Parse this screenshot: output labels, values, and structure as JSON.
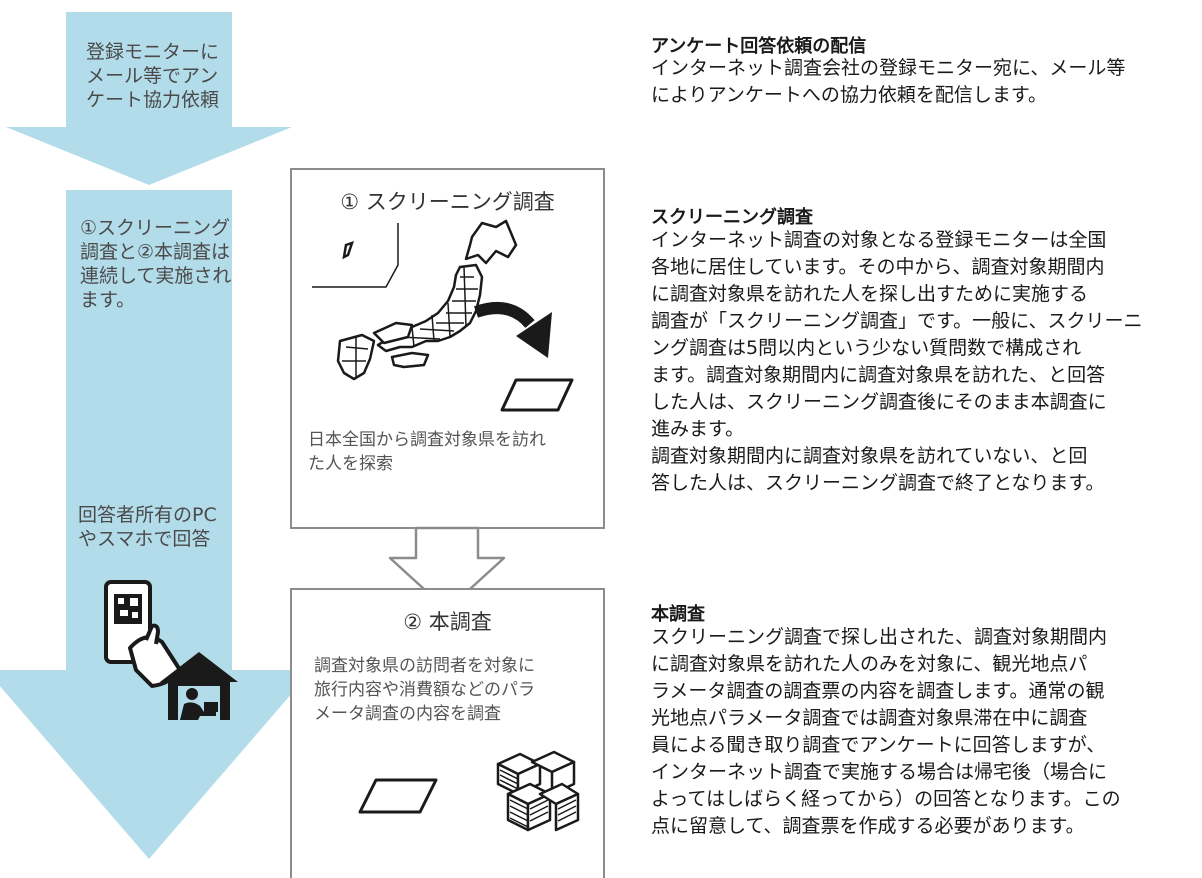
{
  "left_flow": {
    "top_arrow_text": "登録モニターに\nメール等でアン\nケート協力依頼",
    "middle_note": "①スクリーニング\n調査と②本調査は\n連続して実施され\nます。",
    "device_note": "回答者所有のPC\nやスマホで回答"
  },
  "boxes": {
    "screening": {
      "title": "① スクリーニング調査",
      "desc": "日本全国から調査対象県を訪れ\nた人を探索"
    },
    "main": {
      "title": "② 本調査",
      "desc": "調査対象県の訪問者を対象に\n旅行内容や消費額などのパラ\nメータ調査の内容を調査"
    }
  },
  "sections": [
    {
      "title": "アンケート回答依頼の配信",
      "body": "インターネット調査会社の登録モニター宛に、メール等\nによりアンケートへの協力依頼を配信します。"
    },
    {
      "title": "スクリーニング調査",
      "body": "インターネット調査の対象となる登録モニターは全国\n各地に居住しています。その中から、調査対象期間内\nに調査対象県を訪れた人を探し出すために実施する\n調査が「スクリーニング調査」です。一般に、スクリーニ\nング調査は5問以内という少ない質問数で構成され\nます。調査対象期間内に調査対象県を訪れた、と回答\nした人は、スクリーニング調査後にそのまま本調査に\n進みます。\n調査対象期間内に調査対象県を訪れていない、と回\n答した人は、スクリーニング調査で終了となります。"
    },
    {
      "title": "本調査",
      "body": "スクリーニング調査で探し出された、調査対象期間内\nに調査対象県を訪れた人のみを対象に、観光地点パ\nラメータ調査の調査票の内容を調査します。通常の観\n光地点パラメータ調査では調査対象県滞在中に調査\n員による聞き取り調査でアンケートに回答しますが、\nインターネット調査で実施する場合は帰宅後（場合に\nよってはしばらく経ってから）の回答となります。この\n点に留意して、調査票を作成する必要があります。"
    }
  ],
  "colors": {
    "arrow_fill": "#b3dcea",
    "box_border": "#8c8c8c",
    "icon": "#1a1a1a"
  },
  "icons": [
    "japan-map-icon",
    "curved-arrow-icon",
    "questionnaire-sheet-icon",
    "smartphone-hand-icon",
    "house-person-icon",
    "money-stack-icon"
  ]
}
